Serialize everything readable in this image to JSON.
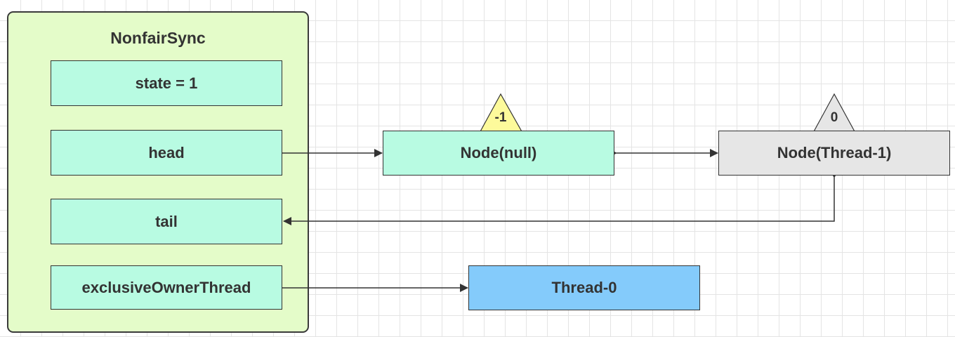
{
  "container": {
    "title": "NonfairSync"
  },
  "fields": {
    "state": "state = 1",
    "head": "head",
    "tail": "tail",
    "owner": "exclusiveOwnerThread"
  },
  "nodes": {
    "node_null": {
      "label": "Node(null)",
      "wait_status": "-1"
    },
    "node_thread1": {
      "label": "Node(Thread-1)",
      "wait_status": "0"
    },
    "thread0": {
      "label": "Thread-0"
    }
  },
  "colors": {
    "container_fill": "#e4fcc9",
    "field_fill": "#b8fbe2",
    "node_null_fill": "#b8fbe2",
    "node_thread1_fill": "#e6e6e6",
    "thread0_fill": "#84cbfb",
    "triangle_yellow": "#fdfa9b",
    "triangle_gray": "#e6e6e6",
    "line": "#333333"
  }
}
